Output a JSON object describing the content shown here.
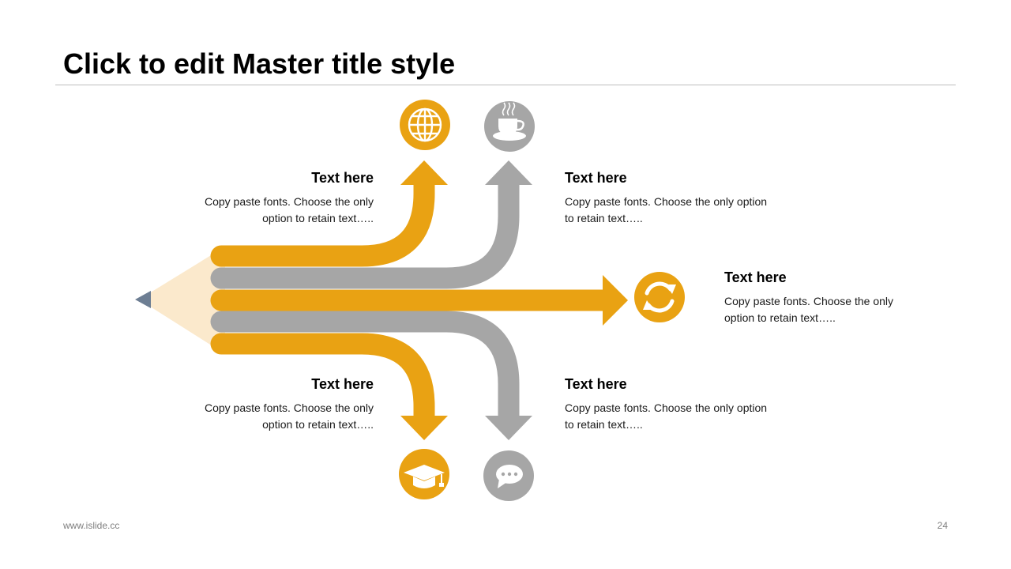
{
  "title": "Click to edit Master title style",
  "colors": {
    "accent": "#E9A213",
    "gray": "#A6A6A6",
    "pencil_wood": "#FBE9CC",
    "pencil_tip": "#6D7E93"
  },
  "icons": [
    "globe-icon",
    "coffee-cup-icon",
    "refresh-icon",
    "graduation-cap-icon",
    "speech-bubble-icon"
  ],
  "blocks": [
    {
      "heading": "Text here",
      "body_line1": "Copy paste fonts. Choose the only",
      "body_line2": "option to retain text….."
    },
    {
      "heading": "Text here",
      "body_line1": "Copy paste fonts. Choose the only option",
      "body_line2": "to retain text….."
    },
    {
      "heading": "Text here",
      "body_line1": "Copy paste fonts. Choose the only",
      "body_line2": "option to retain text….."
    },
    {
      "heading": "Text here",
      "body_line1": "Copy paste fonts. Choose the only",
      "body_line2": "option to retain text….."
    },
    {
      "heading": "Text here",
      "body_line1": "Copy paste fonts. Choose the only option",
      "body_line2": "to retain text….."
    }
  ],
  "footer": {
    "url": "www.islide.cc",
    "page_number": "24"
  }
}
